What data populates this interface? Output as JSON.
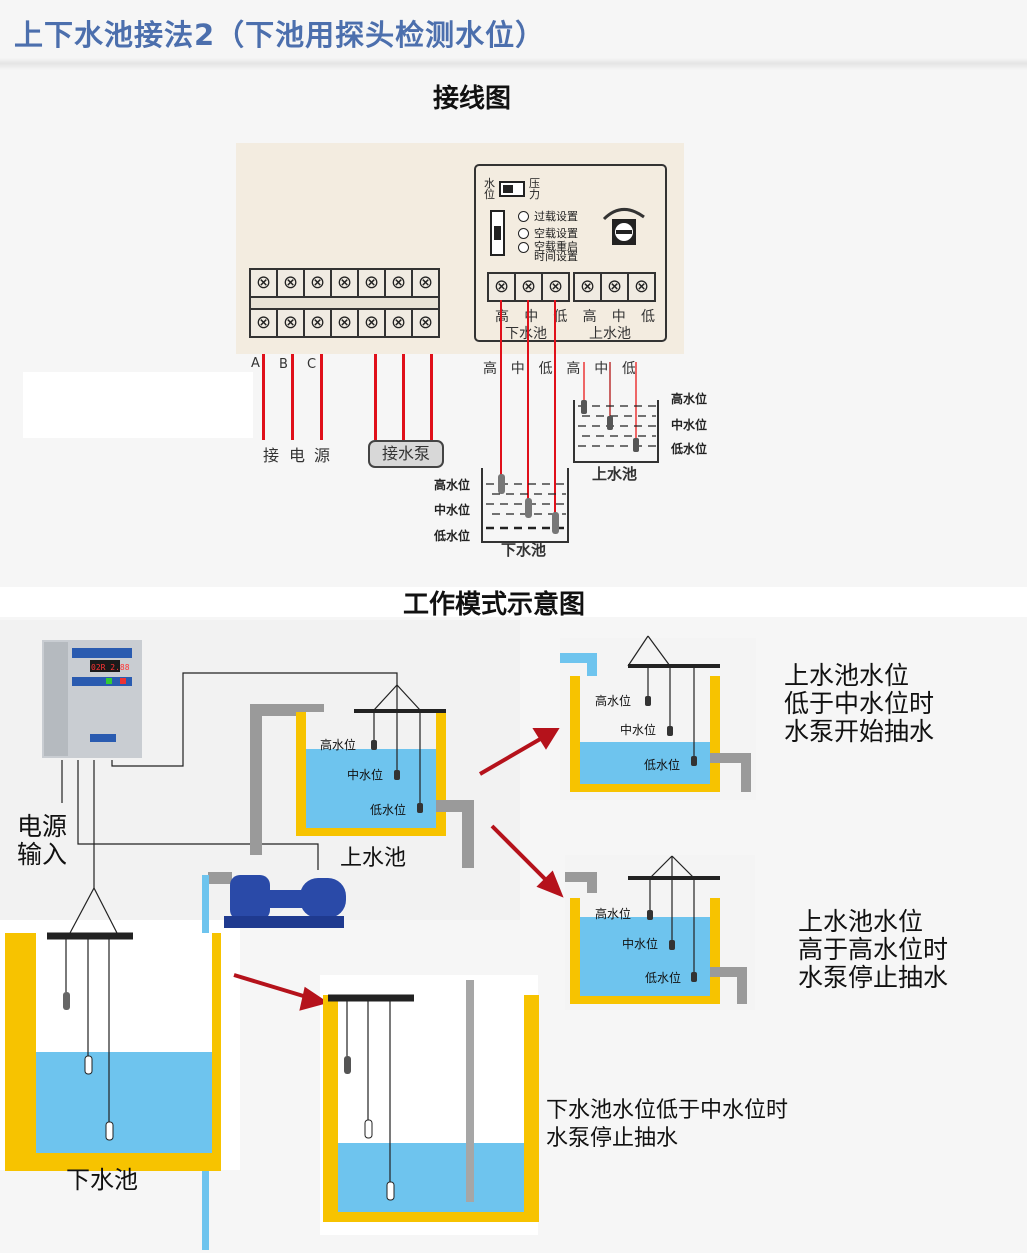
{
  "page_title": "上下水池接法2（下池用探头检测水位）",
  "wiring": {
    "title": "接线图",
    "left_terminals": {
      "count_per_row": 7,
      "symbol": "⊗"
    },
    "phase_labels": [
      "A",
      "B",
      "C"
    ],
    "power_label": [
      "接",
      "电",
      "源"
    ],
    "pump_label": "接水泵",
    "controller": {
      "switch_left": "水位",
      "switch_right": "压力",
      "settings": [
        "过载设置",
        "空载设置",
        "空载重启时间设置"
      ],
      "settings_line2": "时间设置",
      "settings_line1": "空载重启",
      "terminal_labels": [
        "高",
        "中",
        "低",
        "高",
        "中",
        "低"
      ],
      "group_lower": "下水池",
      "group_upper": "上水池"
    },
    "probe_labels": [
      "高",
      "中",
      "低",
      "高",
      "中",
      "低"
    ],
    "upper_tank": {
      "name": "上水池",
      "levels": [
        "高水位",
        "中水位",
        "低水位"
      ]
    },
    "lower_tank": {
      "name": "下水池",
      "levels": [
        "高水位",
        "中水位",
        "低水位"
      ]
    },
    "wire_color": "#e0101a"
  },
  "mode": {
    "title": "工作模式示意图",
    "controller_display": "02R 2.88",
    "power_input": [
      "电源",
      "输入"
    ],
    "upper_tank": {
      "name": "上水池",
      "levels": [
        "高水位",
        "中水位",
        "低水位"
      ]
    },
    "lower_tank": {
      "name": "下水池"
    },
    "scenario_1": {
      "levels": [
        "高水位",
        "中水位",
        "低水位"
      ],
      "text": [
        "上水池水位",
        "低于中水位时",
        "水泵开始抽水"
      ]
    },
    "scenario_2": {
      "levels": [
        "高水位",
        "中水位",
        "低水位"
      ],
      "text": [
        "上水池水位",
        "高于高水位时",
        "水泵停止抽水"
      ]
    },
    "scenario_3": {
      "text": [
        "下水池水位低于中水位时",
        "水泵停止抽水"
      ]
    },
    "colors": {
      "tank_wall": "#f7c300",
      "water": "#6ec4ee",
      "pipe": "#a6a6a6",
      "arrow": "#b5121b",
      "pump": "#2a4aa8"
    }
  }
}
